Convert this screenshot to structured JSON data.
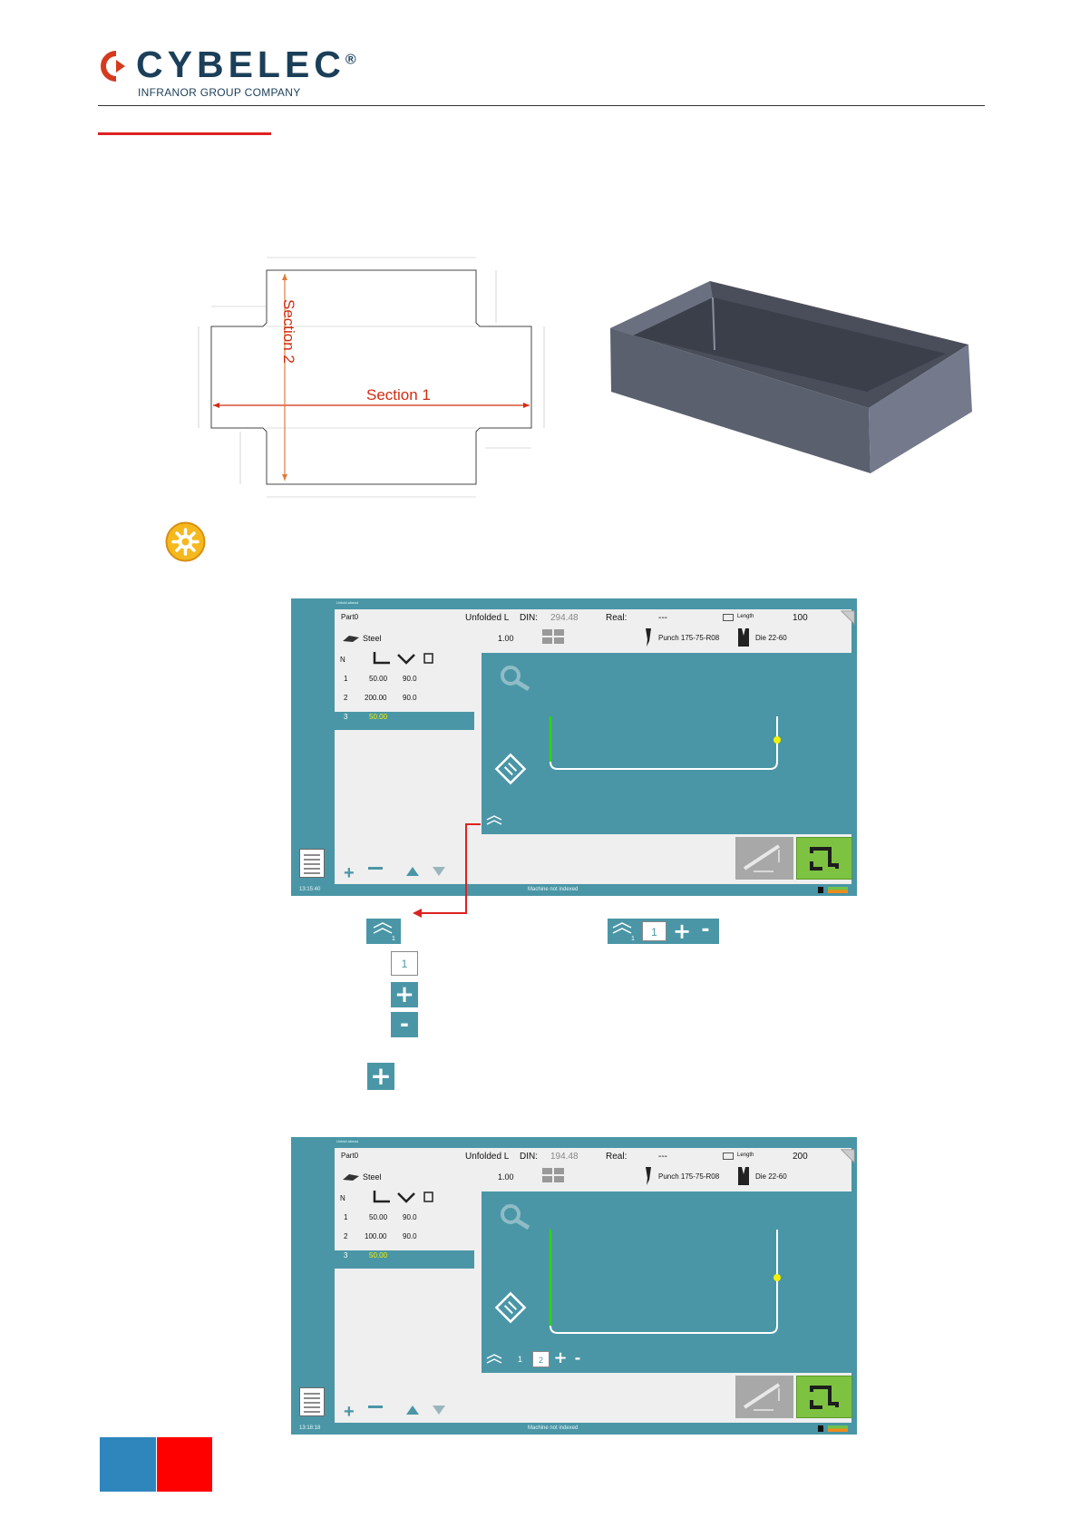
{
  "header": {
    "brand": "CYBELEC",
    "registered": "®",
    "tagline": "INFRANOR GROUP COMPANY"
  },
  "drawing": {
    "section1": "Section 1",
    "section2": "Section 2"
  },
  "screens": [
    {
      "title": "Unfold ahead",
      "part": "Part0",
      "unfolded_label": "Unfolded L",
      "din_label": "DIN:",
      "din_value": "294.48",
      "real_label": "Real:",
      "real_value": "---",
      "length_label": "Length",
      "length_value": "100",
      "thickness": "1.00",
      "material": "Steel",
      "punch": "Punch 175-75-R08",
      "die": "Die 22-60",
      "col_n": "N",
      "rows": [
        {
          "n": "1",
          "len": "50.00",
          "ang": "90.0"
        },
        {
          "n": "2",
          "len": "200.00",
          "ang": "90.0"
        },
        {
          "n": "3",
          "len": "50.00",
          "ang": ""
        }
      ],
      "time": "13:15:40",
      "status": "Machine not indexed",
      "section_tabs": []
    },
    {
      "title": "Unfold ahead",
      "part": "Part0",
      "unfolded_label": "Unfolded L",
      "din_label": "DIN:",
      "din_value": "194.48",
      "real_label": "Real:",
      "real_value": "---",
      "length_label": "Length",
      "length_value": "200",
      "thickness": "1.00",
      "material": "Steel",
      "punch": "Punch 175-75-R08",
      "die": "Die 22-60",
      "col_n": "N",
      "rows": [
        {
          "n": "1",
          "len": "50.00",
          "ang": "90.0"
        },
        {
          "n": "2",
          "len": "100.00",
          "ang": "90.0"
        },
        {
          "n": "3",
          "len": "50.00",
          "ang": ""
        }
      ],
      "time": "13:18:18",
      "status": "Machine not indexed",
      "section_tabs": [
        "1",
        "2"
      ]
    }
  ],
  "controls": {
    "section_number": "1",
    "plus": "+",
    "minus": "-",
    "toolbar_number": "1"
  },
  "colors": {
    "screen_teal": "#4a96a6",
    "accent_red": "#d22222",
    "brand_navy": "#1b3f59",
    "footer_blue": "#2e86bd",
    "footer_red": "#ff0000"
  }
}
